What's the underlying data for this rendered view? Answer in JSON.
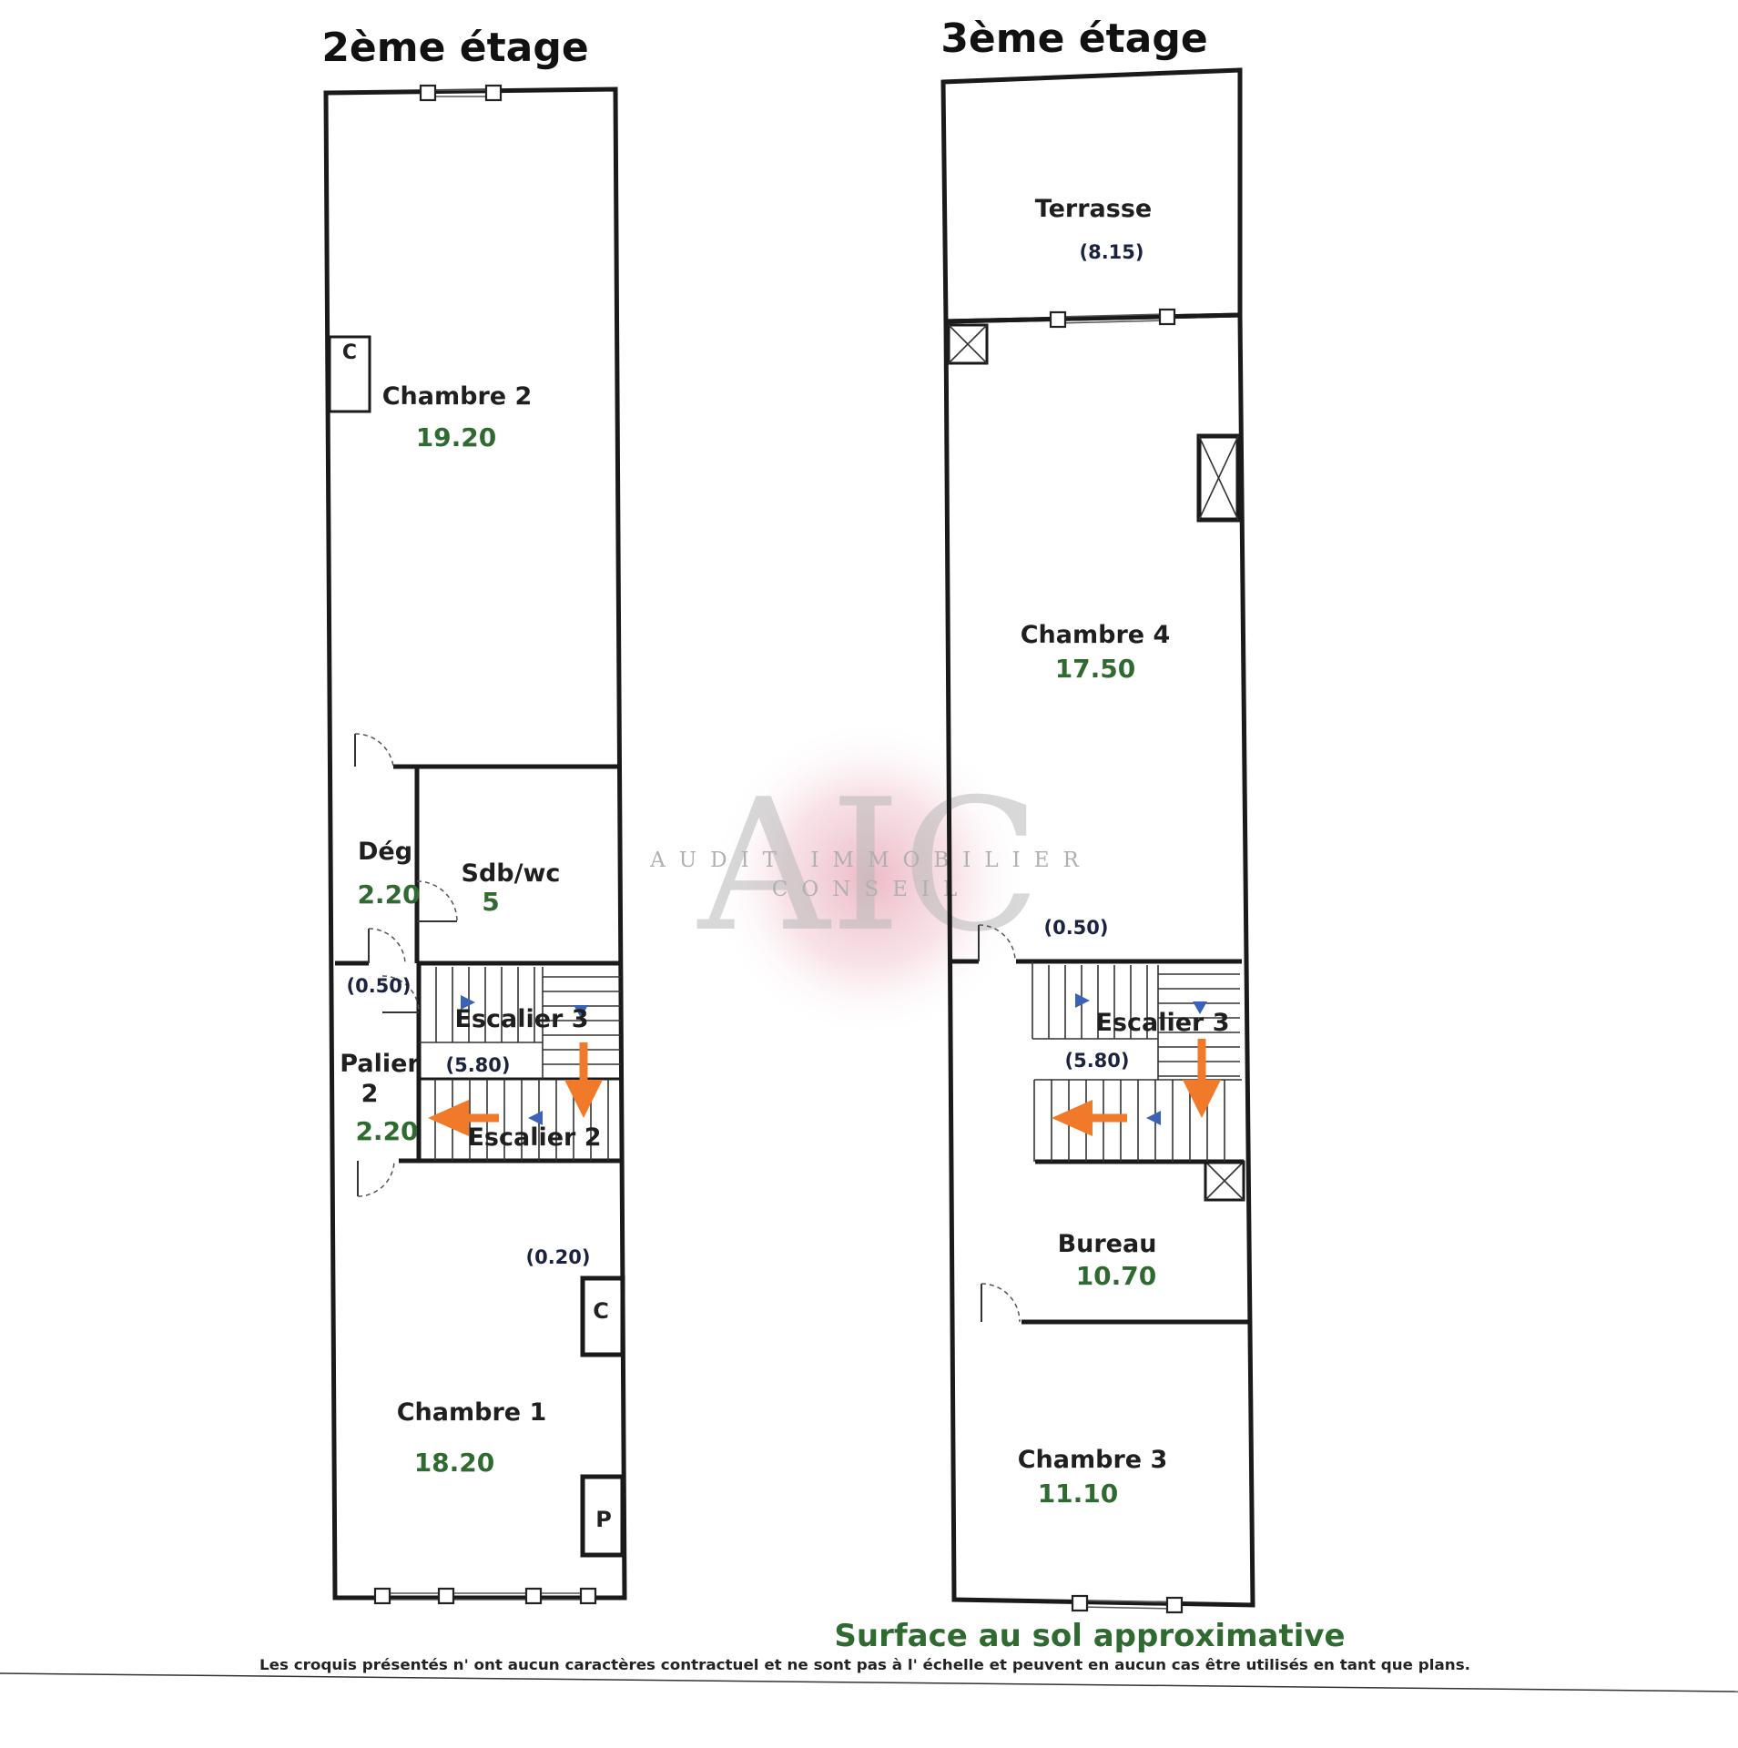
{
  "floors": [
    {
      "title": "2ème étage",
      "rooms": [
        {
          "name": "Chambre 2",
          "area": "19.20"
        },
        {
          "name": "Dég",
          "area": "2.20"
        },
        {
          "name": "Sdb/wc",
          "area": "5"
        },
        {
          "name": "Palier 2",
          "name_line1": "Palier",
          "name_line2": "2",
          "area": "2.20"
        },
        {
          "name": "Chambre 1",
          "area": "18.20"
        }
      ],
      "stairs": [
        {
          "name": "Escalier 3"
        },
        {
          "name": "Escalier 2"
        }
      ],
      "notes": [
        "(0.50)",
        "(5.80)",
        "(0.20)"
      ],
      "closets": [
        "C",
        "C",
        "P"
      ]
    },
    {
      "title": "3ème étage",
      "rooms": [
        {
          "name": "Terrasse",
          "area": "(8.15)"
        },
        {
          "name": "Chambre 4",
          "area": "17.50"
        },
        {
          "name": "Bureau",
          "area": "10.70"
        },
        {
          "name": "Chambre 3",
          "area": "11.10"
        }
      ],
      "stairs": [
        {
          "name": "Escalier 3"
        }
      ],
      "notes": [
        "(0.50)",
        "(5.80)"
      ]
    }
  ],
  "watermark": {
    "letters": "AIC",
    "line1": "AUDIT IMMOBILIER",
    "line2": "CONSEIL"
  },
  "footer": {
    "caption": "Surface au sol approximative",
    "disclaimer": "Les croquis présentés n'  ont aucun caractères contractuel et ne sont pas à l'   échelle et peuvent en aucun cas être utilisés en tant que plans."
  },
  "colors": {
    "area_text": "#2f6a30",
    "stair_arrow": "#f07a2a",
    "direction_marker": "#3a62b5",
    "watermark_glow": "#e7a3b4"
  }
}
